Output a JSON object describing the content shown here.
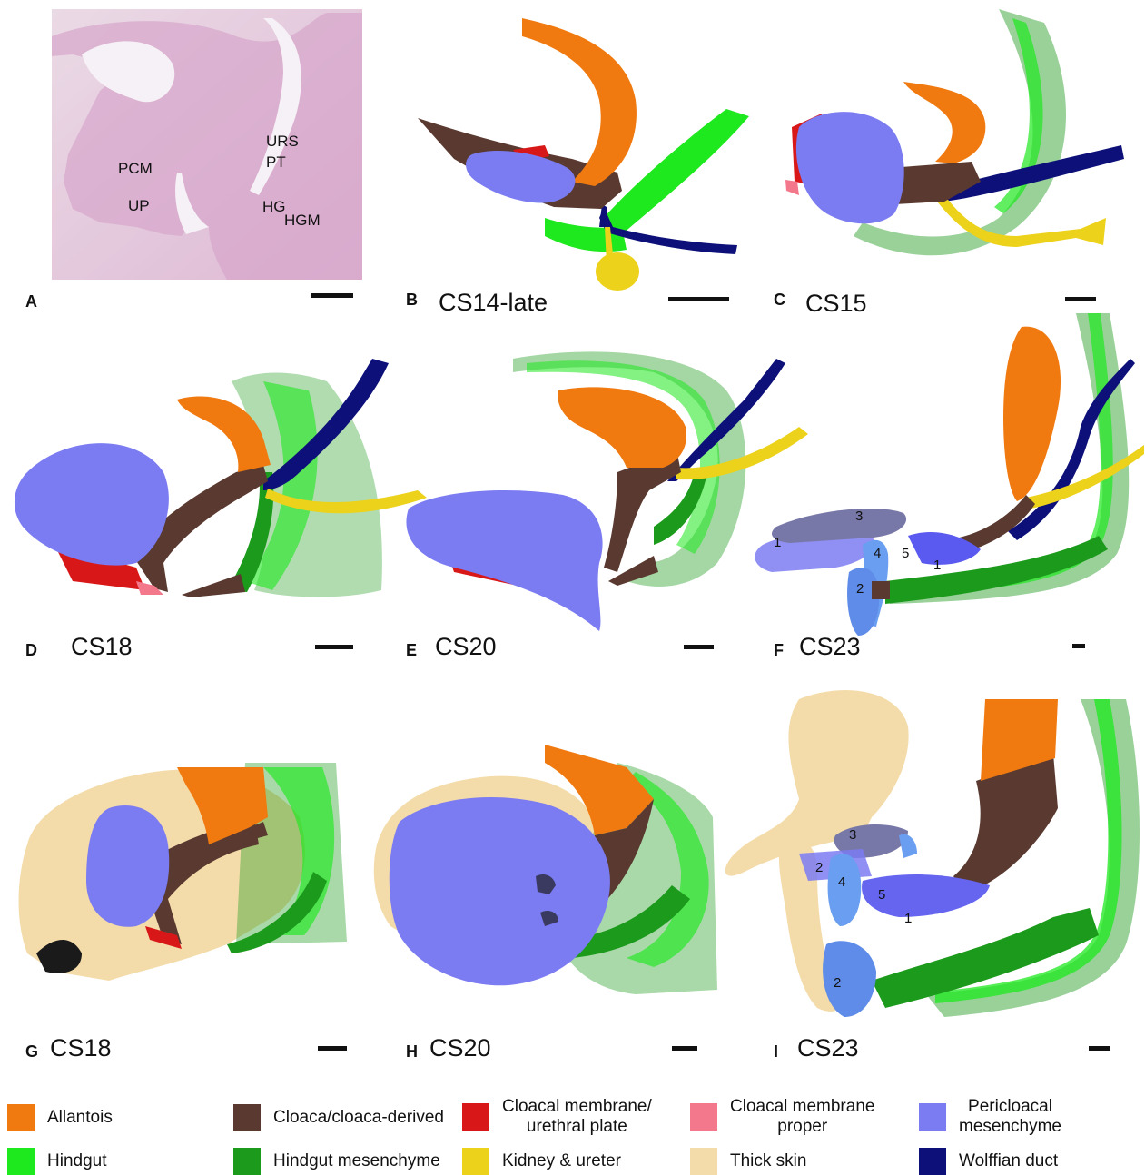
{
  "panels": {
    "A": {
      "letter": "A",
      "stage": ""
    },
    "B": {
      "letter": "B",
      "stage": "CS14-late"
    },
    "C": {
      "letter": "C",
      "stage": "CS15"
    },
    "D": {
      "letter": "D",
      "stage": "CS18"
    },
    "E": {
      "letter": "E",
      "stage": "CS20"
    },
    "F": {
      "letter": "F",
      "stage": "CS23"
    },
    "G": {
      "letter": "G",
      "stage": "CS18"
    },
    "H": {
      "letter": "H",
      "stage": "CS20"
    },
    "I": {
      "letter": "I",
      "stage": "CS23"
    }
  },
  "histology_labels": {
    "pcm": "PCM",
    "up": "UP",
    "urs": "URS",
    "pt": "PT",
    "hg": "HG",
    "hgm": "HGM"
  },
  "mesenchyme_numbers": {
    "n1": "1",
    "n2": "2",
    "n3": "3",
    "n4": "4",
    "n5": "5"
  },
  "legend": [
    {
      "label": "Allantois",
      "color": "#f07a10"
    },
    {
      "label": "Cloaca/cloaca-derived",
      "color": "#5a3a30"
    },
    {
      "label": "Cloacal membrane/\nurethral plate",
      "color": "#d81818"
    },
    {
      "label": "Cloacal membrane\nproper",
      "color": "#f4788c"
    },
    {
      "label": "Pericloacal\nmesenchyme",
      "color": "#7b7bf2"
    },
    {
      "label": "Hindgut",
      "color": "#1ee81e"
    },
    {
      "label": "Hindgut mesenchyme",
      "color": "#1c9a1c"
    },
    {
      "label": "Kidney & ureter",
      "color": "#ecd21a"
    },
    {
      "label": "Thick skin",
      "color": "#f4dcaa"
    },
    {
      "label": "Wolffian duct",
      "color": "#0c1078"
    }
  ]
}
